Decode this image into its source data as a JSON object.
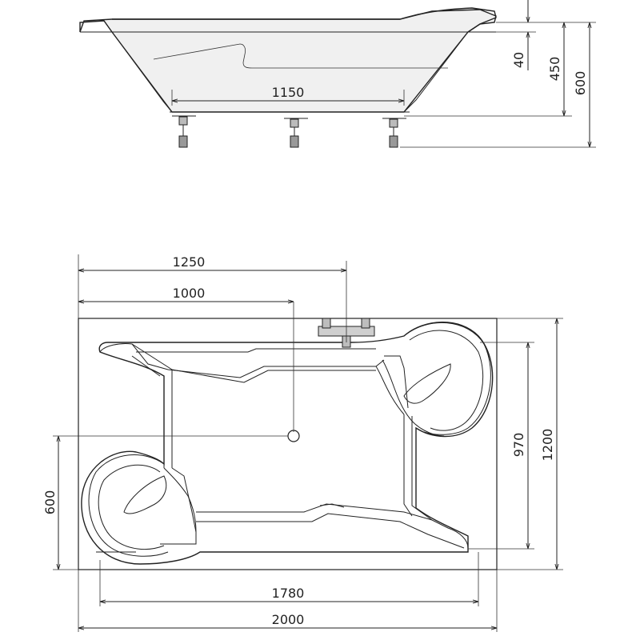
{
  "side_view": {
    "dim_1150": "1150",
    "dim_40": "40",
    "dim_450": "450",
    "dim_600": "600"
  },
  "top_view": {
    "dim_1250": "1250",
    "dim_1000": "1000",
    "dim_970": "970",
    "dim_1200": "1200",
    "dim_600": "600",
    "dim_1780": "1780",
    "dim_2000": "2000"
  }
}
